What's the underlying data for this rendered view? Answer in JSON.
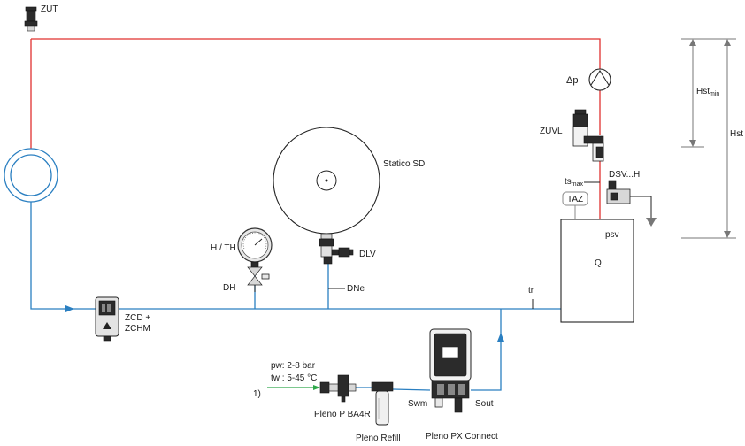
{
  "labels": {
    "zut": "ZUT",
    "dp": "Δp",
    "hst_min_main": "Hst",
    "hst_min_sub": "min",
    "hst_main": "Hst",
    "zuvl": "ZUVL",
    "statico": "Statico SD",
    "ts_main": "ts",
    "ts_sub": "max",
    "dsv": "DSV...H",
    "taz": "TAZ",
    "psv": "psv",
    "q": "Q",
    "hth": "H / TH",
    "dlv": "DLV",
    "dh": "DH",
    "dne": "DNe",
    "tr": "tr",
    "zcd_1": "ZCD +",
    "zcd_2": "ZCHM",
    "pw": "pw: 2-8 bar",
    "tw": "tw :  5-45 °C",
    "note1": "1)",
    "pleno_p": "Pleno P BA4R",
    "swm": "Swm",
    "sout": "Sout",
    "pleno_refill": "Pleno Refill",
    "pleno_px": "Pleno PX Connect"
  },
  "colors": {
    "supply": "#e0312f",
    "return": "#2a7fc1",
    "makeup": "#2ea84a"
  }
}
